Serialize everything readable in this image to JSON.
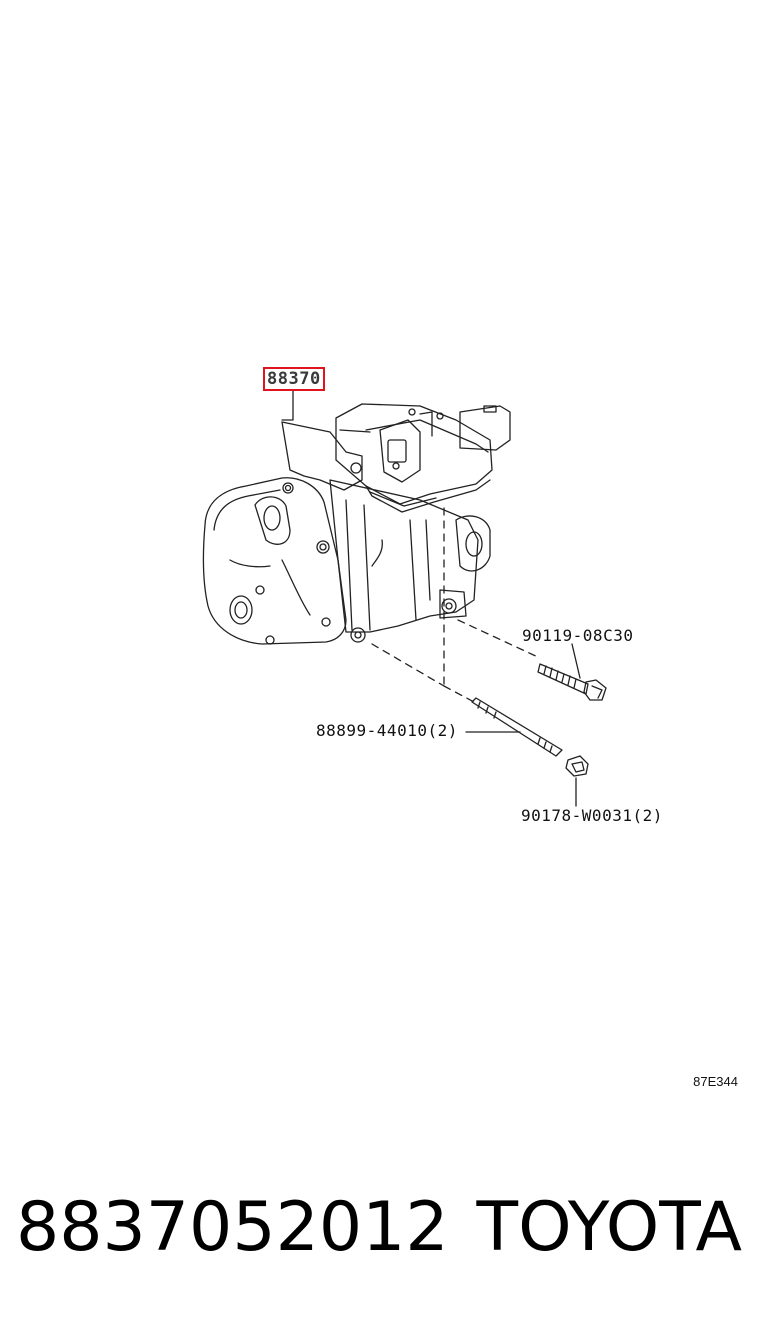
{
  "diagram": {
    "main_part_callout": "88370",
    "callouts": {
      "bolt": "90119-08C30",
      "stud": "88899-44010(2)",
      "nut": "90178-W0031(2)"
    },
    "reference_code": "87E344",
    "highlight_color": "#e0141e"
  },
  "footer": {
    "part_number": "8837052012",
    "brand": "TOYOTA"
  }
}
